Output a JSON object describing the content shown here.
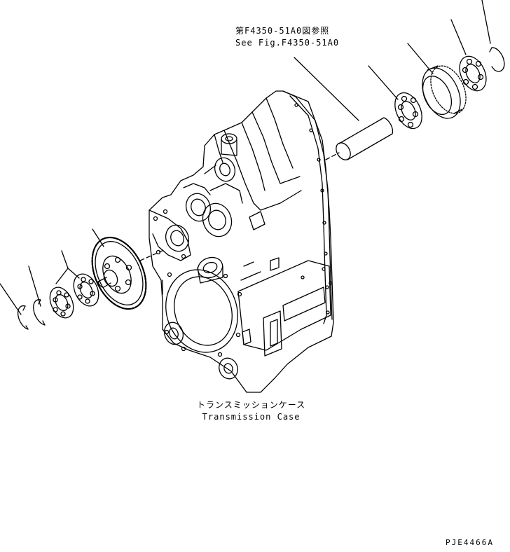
{
  "reference": {
    "jp": "第F4350-51A0図参照",
    "en": "See Fig.F4350-51A0"
  },
  "case_label": {
    "jp": "トランスミッションケース",
    "en": "Transmission Case"
  },
  "drawing_code": "PJE4466A"
}
